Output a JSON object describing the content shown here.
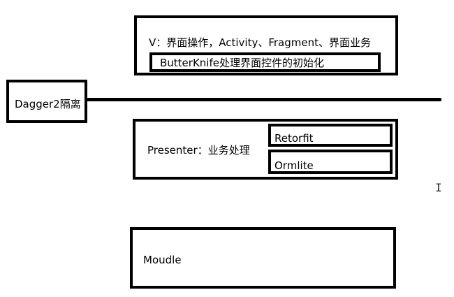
{
  "view": {
    "label": "V：界面操作，Activity、Fragment、界面业务",
    "butterknife_label": "ButterKnife处理界面控件的初始化"
  },
  "dagger": {
    "label": "Dagger2隔离"
  },
  "presenter": {
    "label": "Presenter：业务处理",
    "retrofit_label": "Retorfit",
    "ormlite_label": "Ormlite"
  },
  "module": {
    "label": "Moudle"
  },
  "cursor_glyph": "I"
}
